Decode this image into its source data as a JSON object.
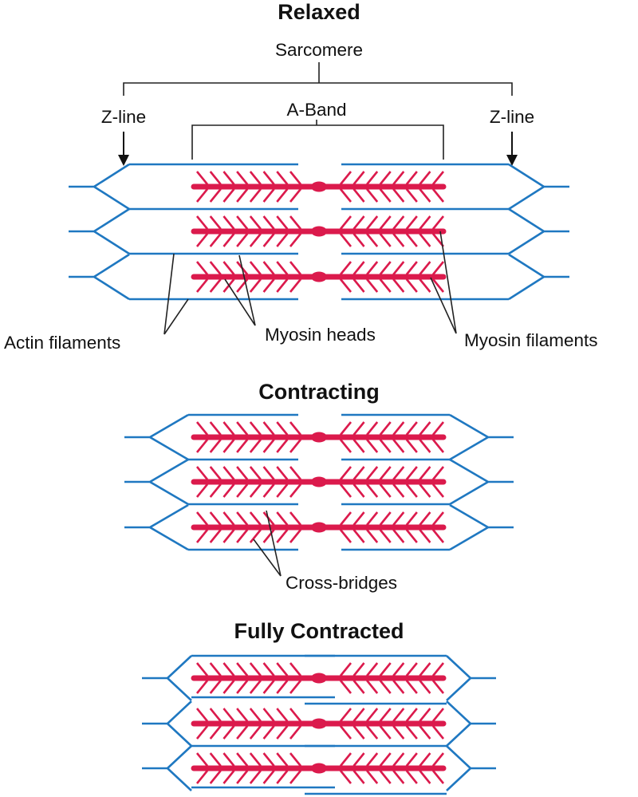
{
  "diagram": {
    "colors": {
      "actin": "#1f78c1",
      "myosin": "#db1a4c",
      "line": "#222222"
    },
    "states": {
      "relaxed": {
        "title": "Relaxed",
        "labels": {
          "sarcomere": "Sarcomere",
          "a_band": "A-Band",
          "z_line_left": "Z-line",
          "z_line_right": "Z-line",
          "actin_filaments": "Actin filaments",
          "myosin_heads": "Myosin heads",
          "myosin_filaments": "Myosin filaments"
        }
      },
      "contracting": {
        "title": "Contracting",
        "labels": {
          "cross_bridges": "Cross-bridges"
        }
      },
      "fully_contracted": {
        "title": "Fully Contracted"
      }
    }
  }
}
